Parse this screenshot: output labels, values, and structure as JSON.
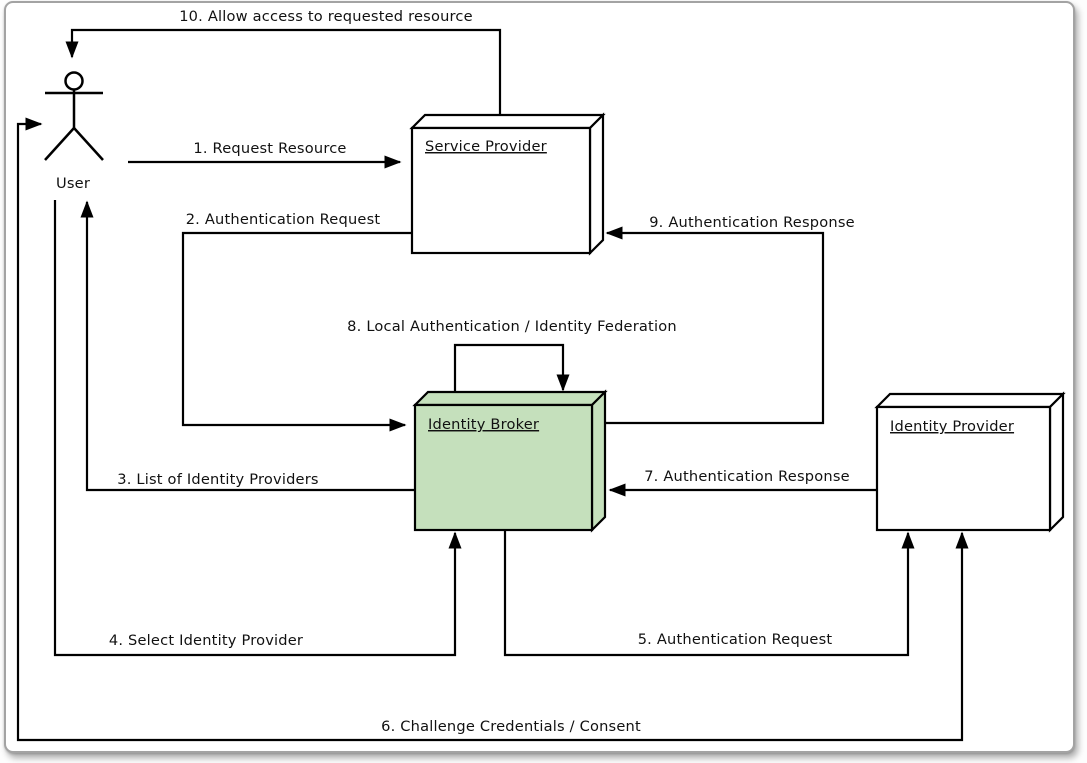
{
  "diagram": {
    "kind": "identity-brokering-flow",
    "nodes": {
      "user": {
        "label": "User",
        "shape": "actor-stick-figure"
      },
      "service_provider": {
        "label": "Service Provider",
        "shape": "3d-node-box"
      },
      "identity_broker": {
        "label": "Identity Broker",
        "shape": "3d-node-box"
      },
      "identity_provider": {
        "label": "Identity Provider",
        "shape": "3d-node-box"
      }
    },
    "flows": [
      {
        "step": 1,
        "label": "1. Request Resource",
        "from": "user",
        "to": "service_provider",
        "bidirectional": false
      },
      {
        "step": 2,
        "label": "2. Authentication Request",
        "from": "service_provider",
        "to": "identity_broker",
        "bidirectional": false
      },
      {
        "step": 3,
        "label": "3. List of Identity Providers",
        "from": "identity_broker",
        "to": "user",
        "bidirectional": false
      },
      {
        "step": 4,
        "label": "4. Select Identity Provider",
        "from": "user",
        "to": "identity_broker",
        "bidirectional": false
      },
      {
        "step": 5,
        "label": "5. Authentication Request",
        "from": "identity_broker",
        "to": "identity_provider",
        "bidirectional": false
      },
      {
        "step": 6,
        "label": "6. Challenge Credentials / Consent",
        "from": "identity_provider",
        "to": "user",
        "bidirectional": true
      },
      {
        "step": 7,
        "label": "7. Authentication Response",
        "from": "identity_provider",
        "to": "identity_broker",
        "bidirectional": false
      },
      {
        "step": 8,
        "label": "8. Local Authentication / Identity Federation",
        "from": "identity_broker",
        "to": "identity_broker",
        "bidirectional": false
      },
      {
        "step": 9,
        "label": "9. Authentication Response",
        "from": "identity_broker",
        "to": "service_provider",
        "bidirectional": false
      },
      {
        "step": 10,
        "label": "10. Allow access to requested resource",
        "from": "service_provider",
        "to": "user",
        "bidirectional": false
      }
    ],
    "colors": {
      "line": "#000000",
      "node_fill": "#ffffff",
      "broker_fill": "#c5e0bc",
      "text": "#111111"
    }
  }
}
